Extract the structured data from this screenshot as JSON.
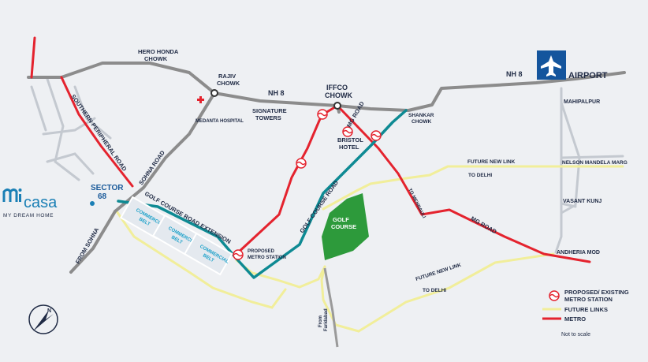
{
  "labels": {
    "hero_honda_chowk": [
      "HERO HONDA",
      "CHOWK"
    ],
    "rajiv_chowk": [
      "RAJIV",
      "CHOWK"
    ],
    "nh8_left": "NH 8",
    "nh8_right": "NH 8",
    "iffco_chowk": [
      "IFFCO",
      "CHOWK"
    ],
    "signature_towers": [
      "SIGNATURE",
      "TOWERS"
    ],
    "medanta_hospital": "MEDANTA HOSPITAL",
    "mg_road_upper": "MG ROAD",
    "bristol_hotel": [
      "BRISTOL",
      "HOTEL"
    ],
    "shankar_chowk": [
      "SHANKAR",
      "CHOWK"
    ],
    "airport": "AIRPORT",
    "mahipalpur": "MAHIPALPUR",
    "future_new_link_top": "FUTURE NEW LINK",
    "to_delhi_top": "TO DELHI",
    "nelson_mandela_marg": "NELSON MANDELA MARG",
    "vasant_kunj": "VASANT KUNJ",
    "to_mehrauli": "TO MEHRAULI",
    "mg_road_lower": "MG ROAD",
    "andheria_mod": "ANDHERIA MOD",
    "future_new_link_bottom": "FUTURE NEW LINK",
    "to_delhi_bottom": "TO DELHI",
    "southern_peripheral_road": "SOUTHERN PERIPHERAL ROAD",
    "sohna_road": "SOHNA ROAD",
    "sector_68": [
      "SECTOR",
      "68"
    ],
    "golf_course_road_extension": "GOLF COURSE ROAD EXTENSION",
    "golf_course_road": "GOLF COURSE ROAD",
    "golf_course": [
      "GOLF",
      "COURSE"
    ],
    "proposed_metro_station": [
      "PROPOSED",
      "METRO STATION"
    ],
    "commercial_belt": [
      "COMMERCIAL",
      "BELT"
    ],
    "from_sohna": "FROM SOHNA",
    "from_faridabad": [
      "From",
      "Faridabad"
    ],
    "compass_n": "N"
  },
  "brand": {
    "logo_lettering": "mi casa",
    "name": "casa",
    "tagline": "MY DREAM HOME"
  },
  "legend": {
    "metro_station": [
      "PROPOSED/ EXISTING",
      "METRO STATION"
    ],
    "future_links": "FUTURE LINKS",
    "metro": "METRO",
    "scale_note": "Not to scale"
  },
  "colors": {
    "background": "#eef0f3",
    "highway": "#8c8c8c",
    "metro": "#e4232e",
    "golf_course_road": "#0e8a93",
    "future_links": "#f1ee9a",
    "minor_roads": "#b9bec6",
    "golf_course": "#2d9a3b",
    "airport_icon": "#14559d",
    "brand": "#1a7fb5",
    "text": "#1f2a44"
  },
  "icons": [
    "airplane-icon",
    "metro-station-icon",
    "hospital-cross-icon",
    "compass-icon",
    "junction-marker-icon"
  ]
}
